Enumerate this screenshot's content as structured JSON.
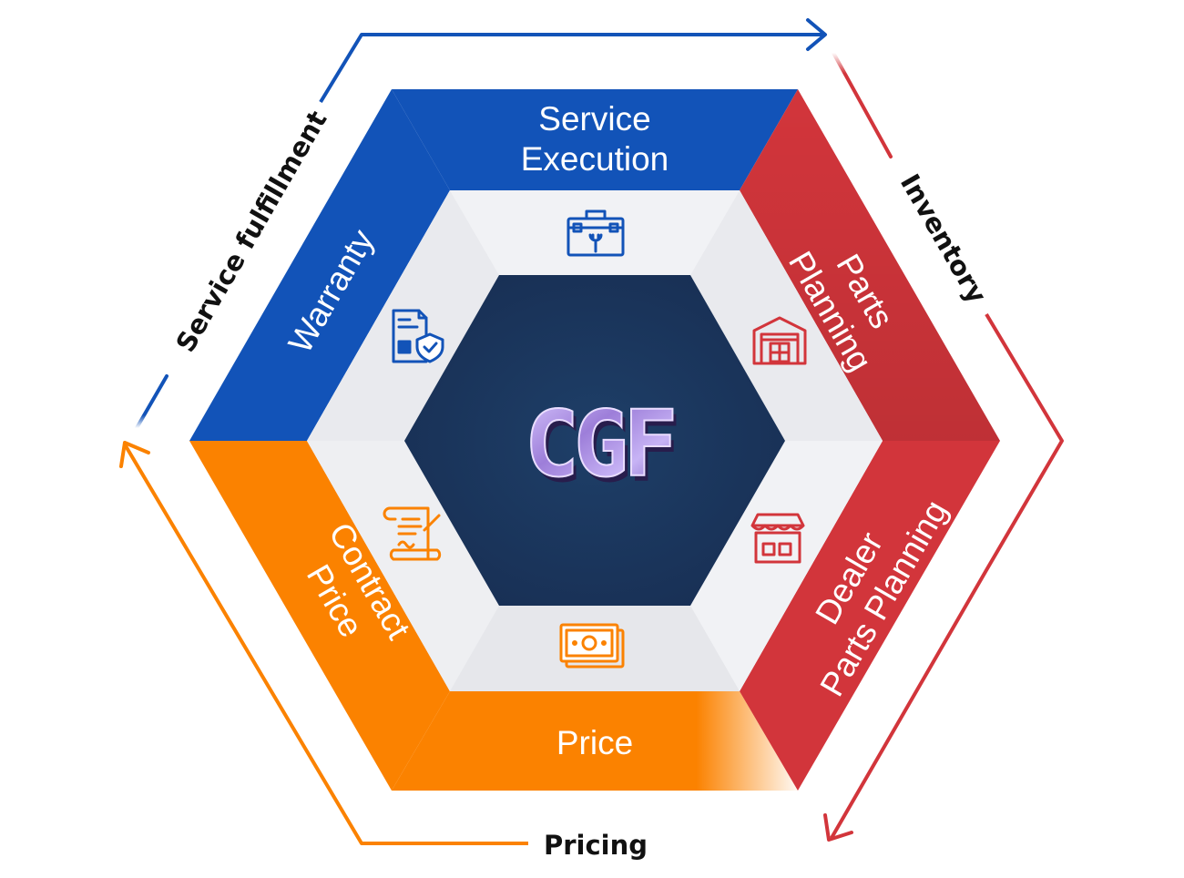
{
  "center": {
    "logo_text": "CGF"
  },
  "segments": {
    "service_execution": {
      "line1": "Service",
      "line2": "Execution",
      "color": "#1253b8"
    },
    "parts_planning": {
      "line1": "Parts",
      "line2": "Planning",
      "color": "#d2353b"
    },
    "dealer_parts_planning": {
      "line1": "Dealer",
      "line2": "Parts Planning",
      "color": "#d2353b"
    },
    "price": {
      "line1": "Price",
      "color": "#fb8200"
    },
    "contract_price": {
      "line1": "Contract",
      "line2": "Price",
      "color": "#fb8200"
    },
    "warranty": {
      "line1": "Warranty",
      "color": "#1253b8"
    }
  },
  "icons": {
    "service_execution": "toolbox-wrench-icon",
    "parts_planning": "warehouse-icon",
    "dealer_parts_planning": "storefront-icon",
    "price": "cash-icon",
    "contract_price": "contract-scroll-icon",
    "warranty": "document-shield-icon"
  },
  "ring_labels": {
    "service_fulfillment": "Service fulfillment",
    "inventory": "Inventory",
    "pricing": "Pricing"
  },
  "colors": {
    "blue": "#1253b8",
    "red": "#d2353b",
    "orange": "#fb8200",
    "center_navy": "#1c3a60",
    "logo_purple": "#9b7fd6"
  }
}
